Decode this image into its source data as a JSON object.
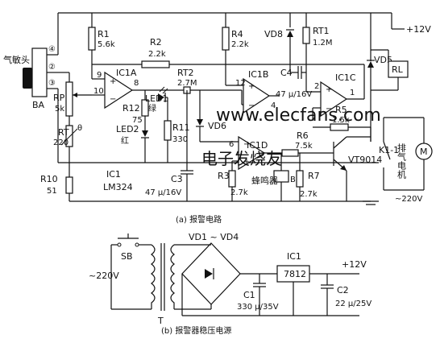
{
  "gas_sensor": {
    "name": "气敏头",
    "ref": "BA",
    "pins": [
      "④",
      "②",
      "③"
    ]
  },
  "resistors": {
    "r1": {
      "ref": "R1",
      "value": "5.6k"
    },
    "r2": {
      "ref": "R2",
      "value": "2.2k"
    },
    "r4": {
      "ref": "R4",
      "value": "2.2k"
    },
    "rt1": {
      "ref": "RT1",
      "value": "1.2M"
    },
    "rp": {
      "ref": "RP",
      "value": "5k"
    },
    "rt": {
      "ref": "RT",
      "value": "220",
      "symbol": "θ"
    },
    "r12": {
      "ref": "R12",
      "value": "75"
    },
    "rt2": {
      "ref": "RT2",
      "value": "2.7M"
    },
    "r11": {
      "ref": "R11",
      "value": "330"
    },
    "r5": {
      "ref": "R5",
      "value": "1.5k"
    },
    "r6": {
      "ref": "R6",
      "value": "7.5k"
    },
    "r3": {
      "ref": "R3",
      "value": "2.7k"
    },
    "r7": {
      "ref": "R7",
      "value": "2.7k"
    },
    "r10": {
      "ref": "R10",
      "value": "51"
    }
  },
  "capacitors": {
    "c3": {
      "ref": "C3",
      "value": "47 μ/16V"
    },
    "c4": {
      "ref": "C4",
      "value": "47 μ/16V"
    },
    "c1": {
      "ref": "C1",
      "value": "330 μ/35V"
    },
    "c2": {
      "ref": "C2",
      "value": "22 μ/25V"
    }
  },
  "diodes": {
    "vd8": "VD8",
    "vd5": "VD5",
    "vd6": "VD6",
    "led1": {
      "ref": "LED1",
      "color": "绿"
    },
    "led2": {
      "ref": "LED2",
      "color": "红"
    },
    "bridge": "VD1 ~ VD4"
  },
  "ics": {
    "ic1a": "IC1A",
    "ic1b": "IC1B",
    "ic1c": "IC1C",
    "ic1d": "IC1D",
    "ic1": {
      "ref": "IC1",
      "part": "LM324"
    },
    "reg": {
      "ref": "IC1",
      "part": "7812"
    }
  },
  "pin_numbers": {
    "p9": "9",
    "p10": "10",
    "p8": "8",
    "p12": "12",
    "p1": "1",
    "p2": "2",
    "p4": "4",
    "p6": "6"
  },
  "relay": {
    "coil": "RL",
    "contact": "K1-1"
  },
  "transistor": "VT9014",
  "buzzer": {
    "label": "蜂鸣器",
    "ref": "B"
  },
  "motor": {
    "label": "排气电机",
    "symbol": "M",
    "supply": "~220V"
  },
  "supply": {
    "v12_top": "+12V",
    "v12_out": "+12V",
    "mains": "~220V",
    "switch": "SB",
    "transformer": "T"
  },
  "captions": {
    "a": "(a) 报警电路",
    "b": "(b) 报警器稳压电源"
  },
  "watermark": {
    "url": "www.elecfans.com",
    "cn": "电子发烧友"
  }
}
